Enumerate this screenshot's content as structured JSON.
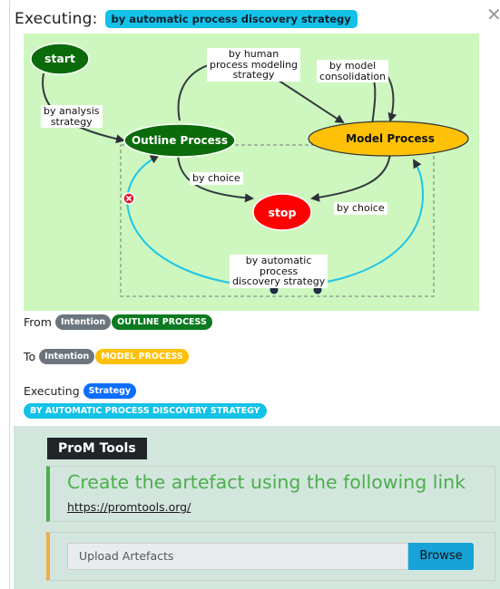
{
  "header": {
    "title": "Executing:",
    "strategy_badge": "by automatic process discovery strategy",
    "close_icon": "close-icon"
  },
  "diagram": {
    "nodes": {
      "start": "start",
      "outline": "Outline Process",
      "model": "Model Process",
      "stop": "stop"
    },
    "edge_labels": {
      "analysis": "by analysis\nstrategy",
      "human": "by human\nprocess modeling\nstrategy",
      "consolidation": "by model\nconsolidation",
      "choice_left": "by choice",
      "choice_right": "by choice",
      "automatic": "by automatic\nprocess\ndiscovery strategy"
    },
    "colors": {
      "background": "#cdf7bf",
      "start": "#0b6b0b",
      "outline": "#0b6b0b",
      "model": "#ffc107",
      "stop": "#ff0000",
      "highlight_edge": "#1ec5e6"
    }
  },
  "from": {
    "label": "From",
    "type": "Intention",
    "value": "OUTLINE PROCESS"
  },
  "to": {
    "label": "To",
    "type": "Intention",
    "value": "MODEL PROCESS"
  },
  "executing": {
    "label": "Executing",
    "type": "Strategy",
    "value": "BY AUTOMATIC PROCESS DISCOVERY STRATEGY"
  },
  "tools": {
    "title": "ProM Tools",
    "create_text": "Create the artefact using the following link",
    "link": "https://promtools.org/",
    "upload_placeholder": "Upload Artefacts",
    "browse_label": "Browse"
  }
}
